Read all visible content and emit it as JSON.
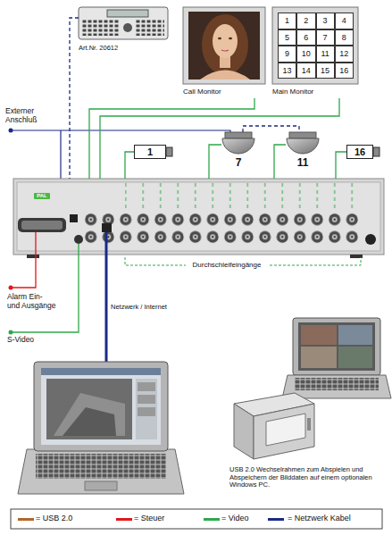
{
  "diagram": {
    "nodes": [
      {
        "text": [
          "Art.Nr. 20612"
        ]
      },
      {
        "text": [
          "Call Monitor"
        ]
      },
      {
        "text": [
          "Main Monitor"
        ]
      },
      {
        "text": [
          "1"
        ],
        "in": 2
      },
      {
        "text": [
          "2"
        ],
        "in": 2
      },
      {
        "text": [
          "3"
        ],
        "in": 2
      },
      {
        "text": [
          "4"
        ],
        "in": 2
      },
      {
        "text": [
          "5"
        ],
        "in": 2
      },
      {
        "text": [
          "6"
        ],
        "in": 2
      },
      {
        "text": [
          "7"
        ],
        "in": 2
      },
      {
        "text": [
          "8"
        ],
        "in": 2
      },
      {
        "text": [
          "9"
        ],
        "in": 2
      },
      {
        "text": [
          "10"
        ],
        "in": 2
      },
      {
        "text": [
          "11"
        ],
        "in": 2
      },
      {
        "text": [
          "12"
        ],
        "in": 2
      },
      {
        "text": [
          "13"
        ],
        "in": 2
      },
      {
        "text": [
          "14"
        ],
        "in": 2
      },
      {
        "text": [
          "15"
        ],
        "in": 2
      },
      {
        "text": [
          "16"
        ],
        "in": 2
      },
      {
        "text": [
          "1"
        ]
      },
      {
        "text": [
          "7"
        ]
      },
      {
        "text": [
          "11"
        ]
      },
      {
        "text": [
          "16"
        ]
      },
      {
        "text": [
          "PAL"
        ]
      },
      {
        "text": [
          "USB 2.0 Wechselrahmen zum Abspielen und Abspeichern der Bilddaten auf einem optionalen Windows PC."
        ]
      }
    ],
    "edges": [
      {
        "from": 0,
        "to": 23,
        "arrow": "none"
      },
      {
        "from": 20,
        "to": 21,
        "arrow": "none"
      },
      {
        "from": 23,
        "to": 1,
        "arrow": "none"
      },
      {
        "from": 23,
        "to": 2,
        "arrow": "none"
      },
      {
        "from": 19,
        "to": 23,
        "arrow": "none"
      },
      {
        "from": 20,
        "to": 23,
        "arrow": "none"
      },
      {
        "from": 21,
        "to": 23,
        "arrow": "none"
      },
      {
        "from": 22,
        "to": 23,
        "arrow": "none"
      }
    ],
    "labels": [
      "Externer Anschluß",
      "Durchschleifeingänge",
      "Alarm Ein- und Ausgänge",
      "Netzwerk / Internet",
      "S-Video"
    ],
    "legend": [
      {
        "text": "= USB 2.0",
        "color": "#b4652a"
      },
      {
        "text": "= Steuer",
        "color": "#e4161b"
      },
      {
        "text": "= Video",
        "color": "#2ea84a"
      },
      {
        "text": "= Netzwerk Kabel",
        "color": "#1b2a87"
      }
    ]
  }
}
